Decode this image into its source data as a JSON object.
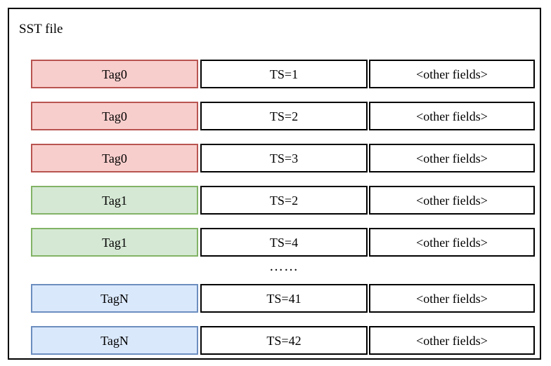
{
  "diagram": {
    "title": "SST file",
    "columns": [
      "tag",
      "timestamp",
      "other_fields"
    ],
    "separator": "……",
    "colors": {
      "pink_fill": "#f8cecc",
      "pink_stroke": "#b85450",
      "green_fill": "#d5e8d4",
      "green_stroke": "#82b366",
      "blue_fill": "#dae8fc",
      "blue_stroke": "#6c8ebf",
      "cell_stroke": "#000000",
      "frame_stroke": "#000000",
      "background": "#ffffff"
    },
    "records": [
      {
        "tag": "Tag0",
        "ts": "TS=1",
        "other": "<other fields>",
        "color": "pink"
      },
      {
        "tag": "Tag0",
        "ts": "TS=2",
        "other": "<other fields>",
        "color": "pink"
      },
      {
        "tag": "Tag0",
        "ts": "TS=3",
        "other": "<other fields>",
        "color": "pink"
      },
      {
        "tag": "Tag1",
        "ts": "TS=2",
        "other": "<other fields>",
        "color": "green"
      },
      {
        "tag": "Tag1",
        "ts": "TS=4",
        "other": "<other fields>",
        "color": "green"
      },
      {
        "tag": "TagN",
        "ts": "TS=41",
        "other": "<other fields>",
        "color": "blue"
      },
      {
        "tag": "TagN",
        "ts": "TS=42",
        "other": "<other fields>",
        "color": "blue"
      }
    ]
  }
}
